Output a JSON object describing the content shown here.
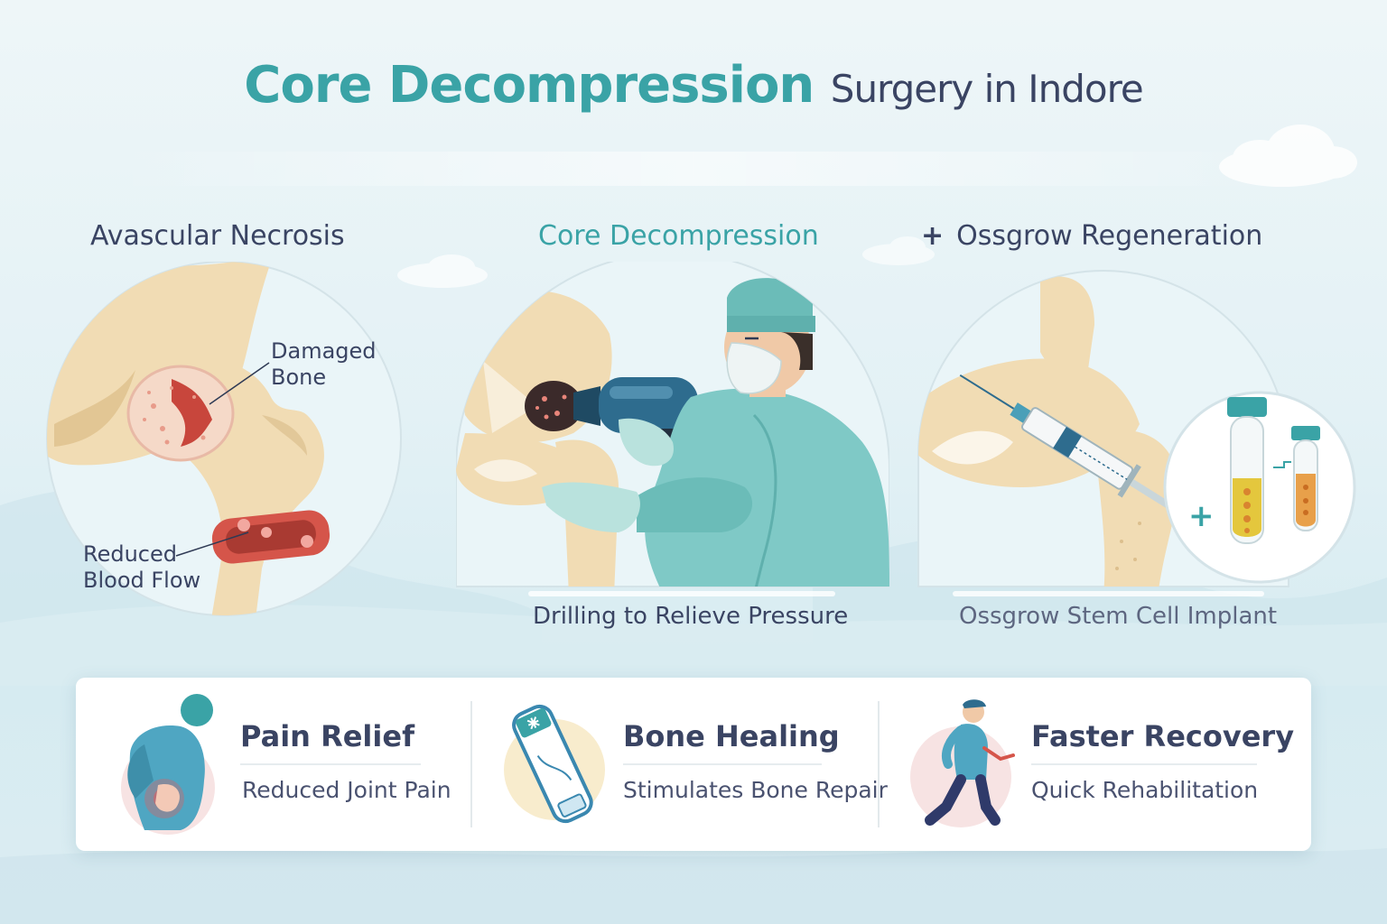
{
  "header": {
    "title_accent": "Core Decompression",
    "title_rest": "Surgery in Indore"
  },
  "panels": [
    {
      "heading": "Avascular Necrosis",
      "labels": {
        "damaged_bone": [
          "Damaged",
          "Bone"
        ],
        "reduced_blood_flow": [
          "Reduced",
          "Blood Flow"
        ]
      }
    },
    {
      "heading": "Core Decompression",
      "caption": "Drilling to Relieve Pressure"
    },
    {
      "heading_prefix": "+",
      "heading": "Ossgrow Regeneration",
      "caption": "Ossgrow Stem Cell Implant",
      "plus_mark": "+"
    }
  ],
  "benefits": [
    {
      "title": "Pain Relief",
      "subtitle": "Reduced Joint Pain",
      "icon": "back-pain-icon"
    },
    {
      "title": "Bone Healing",
      "subtitle": "Stimulates Bone Repair",
      "icon": "bone-icon"
    },
    {
      "title": "Faster Recovery",
      "subtitle": "Quick Rehabilitation",
      "icon": "walking-person-icon"
    }
  ],
  "colors": {
    "accent_teal": "#3aa3a6",
    "text_navy": "#3a4463",
    "bone": "#f1dcb4",
    "bone_shadow": "#dcbf8d",
    "necrosis_red": "#c8463c",
    "scrubs_teal": "#7fc9c6",
    "drill_blue": "#2e6c8e",
    "serum_yellow": "#e4c73d"
  }
}
